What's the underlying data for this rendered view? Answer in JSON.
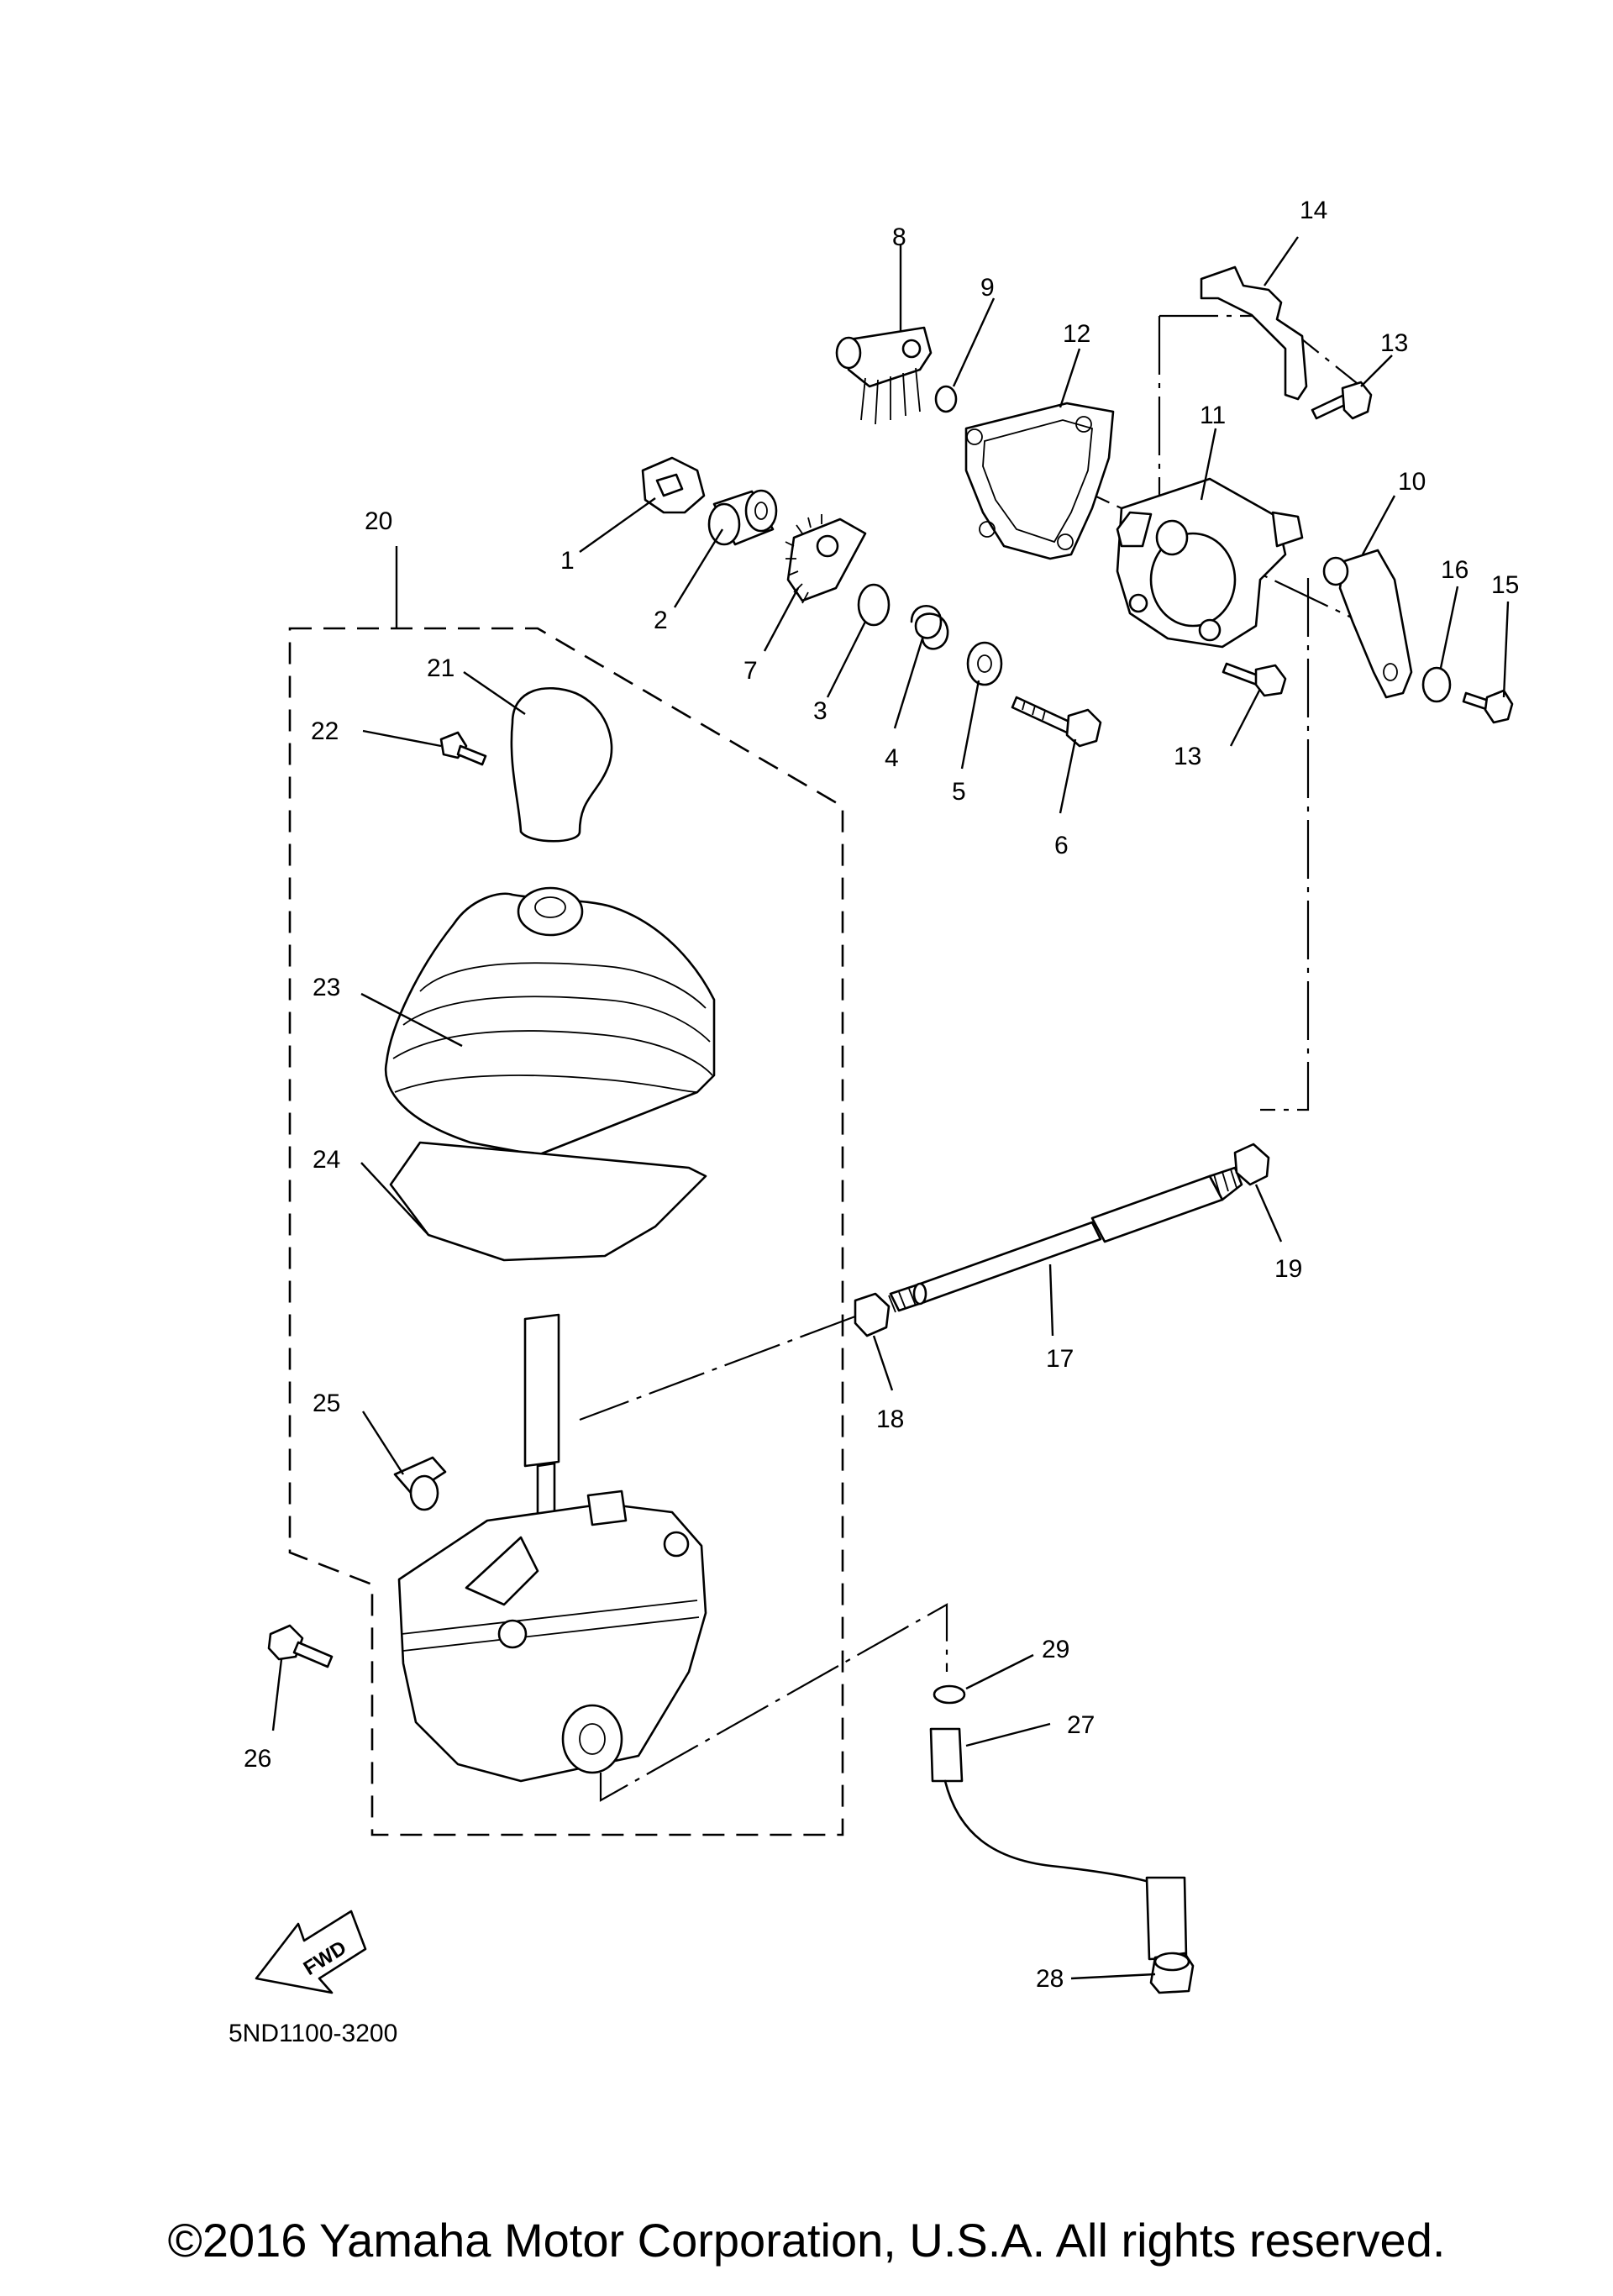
{
  "diagram_code": "5ND1100-3200",
  "fwd_label": "FWD",
  "copyright": "©2016 Yamaha Motor Corporation, U.S.A. All rights reserved.",
  "callouts": {
    "c1": "1",
    "c2": "2",
    "c3": "3",
    "c4": "4",
    "c5": "5",
    "c6": "6",
    "c7": "7",
    "c8": "8",
    "c9": "9",
    "c10": "10",
    "c11": "11",
    "c12": "12",
    "c13a": "13",
    "c13b": "13",
    "c14": "14",
    "c15": "15",
    "c16": "16",
    "c17": "17",
    "c18": "18",
    "c19": "19",
    "c20": "20",
    "c21": "21",
    "c22": "22",
    "c23": "23",
    "c24": "24",
    "c25": "25",
    "c26": "26",
    "c27": "27",
    "c28": "28",
    "c29": "29"
  }
}
